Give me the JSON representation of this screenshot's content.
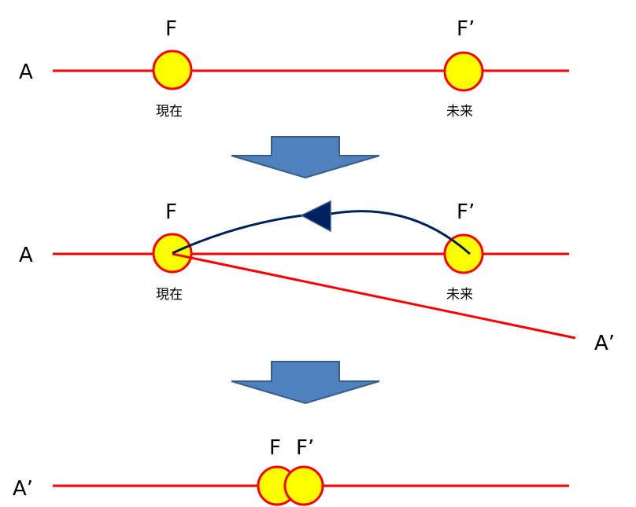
{
  "colors": {
    "line": "#ff0000",
    "point_fill": "#ffff00",
    "point_stroke": "#ff0000",
    "curve": "#002060",
    "arrow_fill": "#4f81bd",
    "arrow_stroke": "#385d8a",
    "text": "#000000"
  },
  "panel1": {
    "axis_label": "A",
    "point_f_label": "F",
    "point_f_caption": "現在",
    "point_fp_label": "F’",
    "point_fp_caption": "未来"
  },
  "panel2": {
    "axis_label": "A",
    "point_f_label": "F",
    "point_f_caption": "現在",
    "point_fp_label": "F’",
    "point_fp_caption": "未来",
    "tilted_axis_label": "A’",
    "curve_direction": "from F’ to F"
  },
  "panel3": {
    "axis_label": "A’",
    "point_f_label": "F",
    "point_fp_label": "F’"
  },
  "transitions": [
    {
      "icon": "down-arrow-icon"
    },
    {
      "icon": "down-arrow-icon"
    }
  ]
}
